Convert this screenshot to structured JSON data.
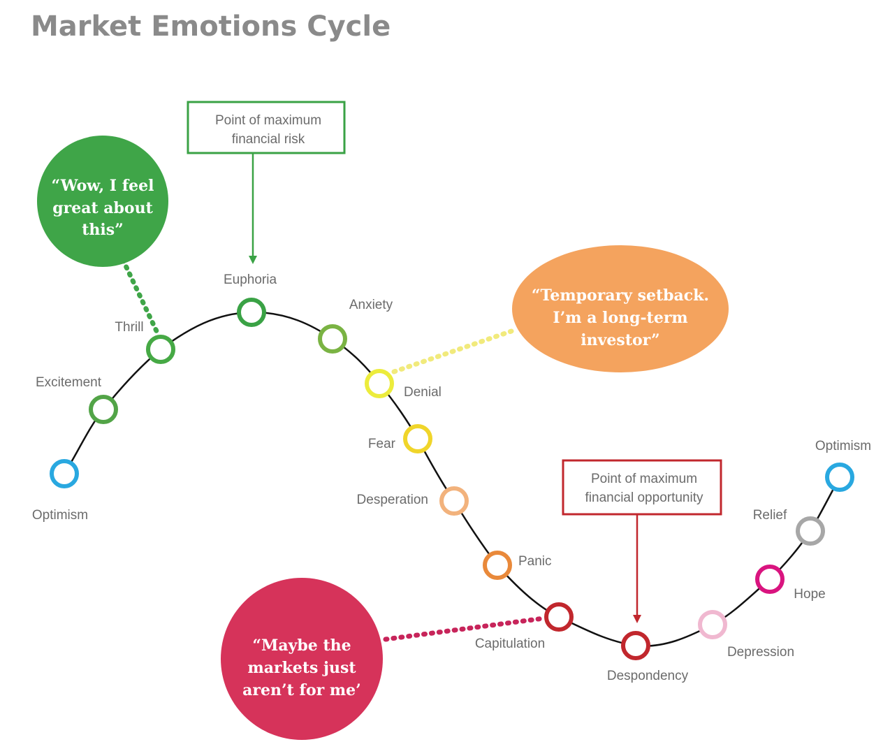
{
  "title": "Market Emotions Cycle",
  "stages": [
    {
      "label": "Optimism",
      "color": "#29a8e0"
    },
    {
      "label": "Excitement",
      "color": "#52a447"
    },
    {
      "label": "Thrill",
      "color": "#46a945"
    },
    {
      "label": "Euphoria",
      "color": "#3aa245"
    },
    {
      "label": "Anxiety",
      "color": "#7ab343"
    },
    {
      "label": "Denial",
      "color": "#ecec3c"
    },
    {
      "label": "Fear",
      "color": "#f0d52a"
    },
    {
      "label": "Desperation",
      "color": "#f2b27c"
    },
    {
      "label": "Panic",
      "color": "#e9893a"
    },
    {
      "label": "Capitulation",
      "color": "#c1272d"
    },
    {
      "label": "Despondency",
      "color": "#c1272d"
    },
    {
      "label": "Depression",
      "color": "#f0b8d0"
    },
    {
      "label": "Hope",
      "color": "#d9147f"
    },
    {
      "label": "Relief",
      "color": "#a7a7a7"
    },
    {
      "label": "Optimism",
      "color": "#29a8e0"
    }
  ],
  "callouts": {
    "risk": {
      "line1": "Point of maximum",
      "line2": "financial risk",
      "color": "#3aa245"
    },
    "opportunity": {
      "line1": "Point of maximum",
      "line2": "financial opportunity",
      "color": "#c1272d"
    }
  },
  "bubbles": {
    "wow": {
      "line1": "“Wow, I feel",
      "line2": "great about",
      "line3": "this”",
      "color": "#3fa548"
    },
    "setback": {
      "line1": "“Temporary setback.",
      "line2": "I’m a long-term",
      "line3": "investor”",
      "color": "#f4a35e",
      "connector_color": "#f1ea7c"
    },
    "maybe": {
      "line1": "“Maybe the",
      "line2": "markets just",
      "line3": "aren’t for me’",
      "color": "#d6335a",
      "connector_color": "#c7245a"
    }
  },
  "colors": {
    "curve": "#111111",
    "title": "#8a8a8a",
    "label": "#6b6b6b"
  }
}
